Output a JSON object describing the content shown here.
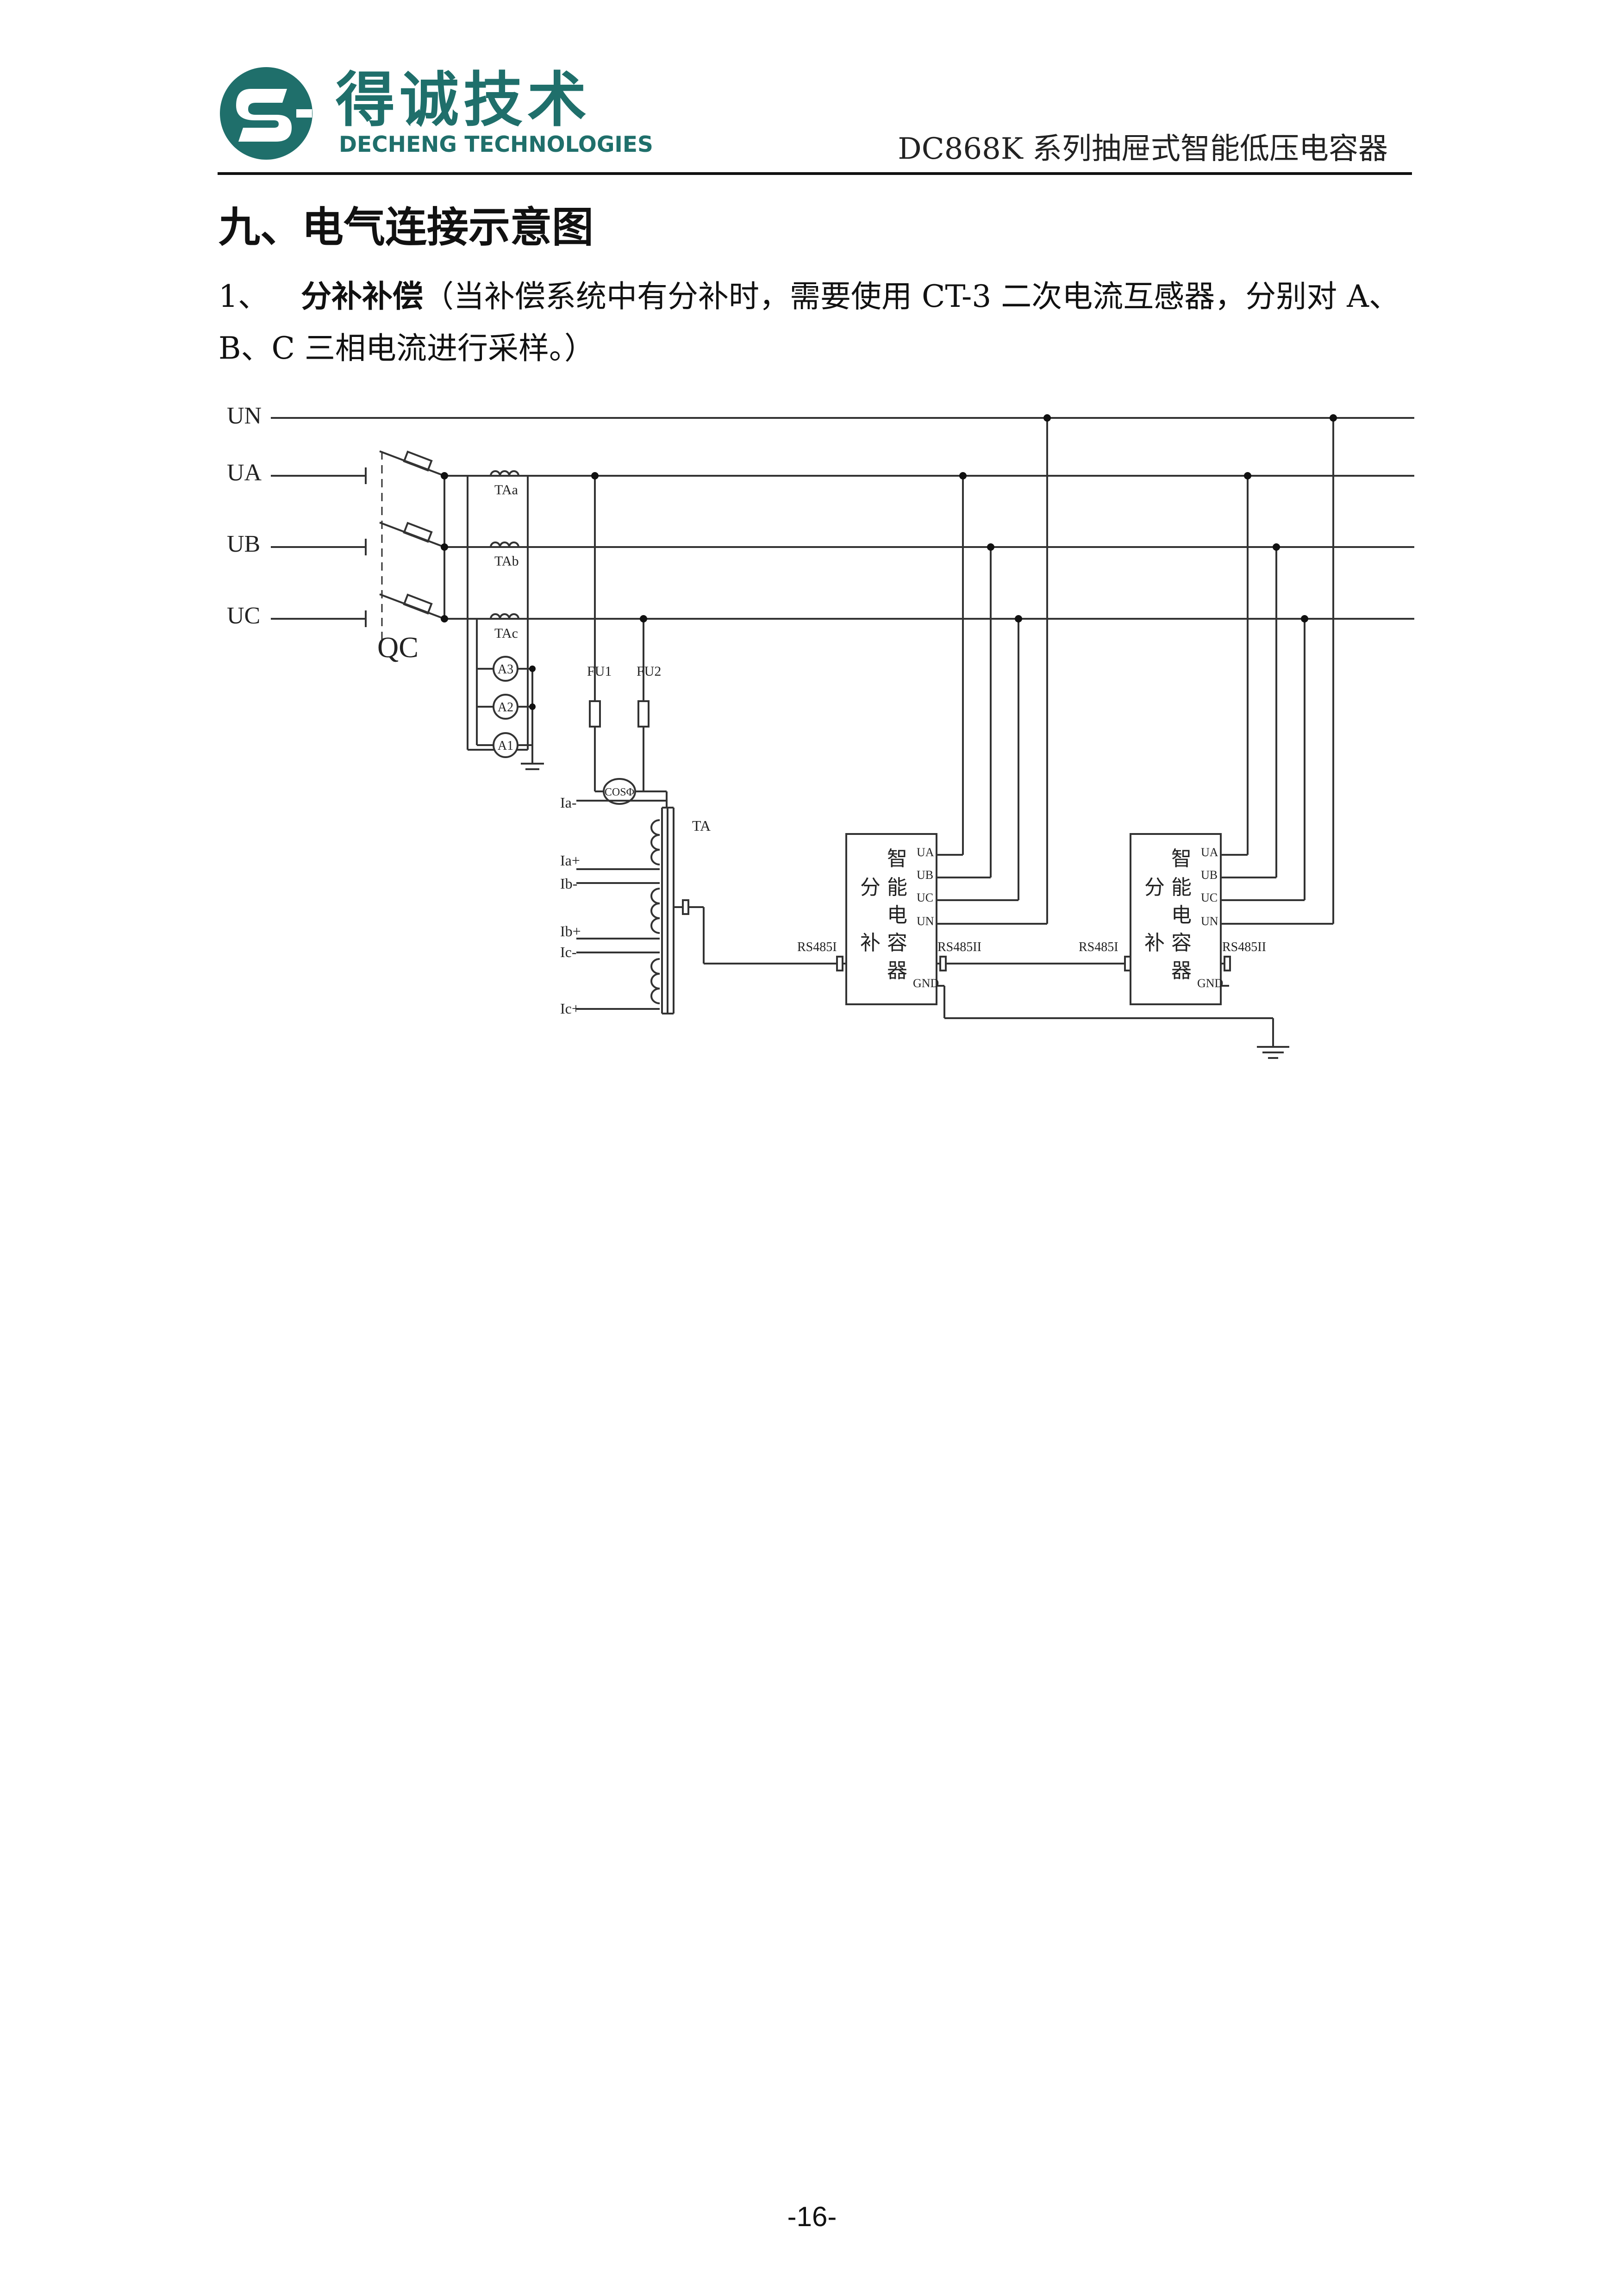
{
  "header": {
    "logo": {
      "name_cn": "得诚技术",
      "name_en": "DECHENG TECHNOLOGIES",
      "brand_color": "#1f6f6b"
    },
    "doc_title": "DC868K 系列抽屉式智能低压电容器"
  },
  "section": {
    "title": "九、电气连接示意图"
  },
  "paragraph": {
    "number": "1、",
    "bold": "分补补偿",
    "text": "（当补偿系统中有分补时，需要使用 CT-3 二次电流互感器，分别对 A、B、C 三相电流进行采样。）"
  },
  "diagram": {
    "bus_lines": [
      "UN",
      "UA",
      "UB",
      "UC"
    ],
    "breaker": "QC",
    "current_transformers": [
      "TAa",
      "TAb",
      "TAc"
    ],
    "ammeters": [
      "A3",
      "A2",
      "A1"
    ],
    "fuses": [
      "FU1",
      "FU2"
    ],
    "power_factor_meter": "COSΦ",
    "ta_label": "TA",
    "ta_terminals": [
      "Ia-",
      "Ia+",
      "Ib-",
      "Ib+",
      "Ic-",
      "Ic+"
    ],
    "capacitor_label": [
      "智",
      "能",
      "电",
      "容",
      "器",
      "分",
      "补"
    ],
    "capacitor_units": [
      {
        "terminals": [
          "UA",
          "UB",
          "UC",
          "UN"
        ],
        "rs485_in": "RS485I",
        "rs485_out": "RS485II",
        "gnd": "GND"
      },
      {
        "terminals": [
          "UA",
          "UB",
          "UC",
          "UN"
        ],
        "rs485_in": "RS485I",
        "rs485_out": "RS485II",
        "gnd": "GND"
      }
    ]
  },
  "footer": {
    "page_number": "-16-"
  }
}
